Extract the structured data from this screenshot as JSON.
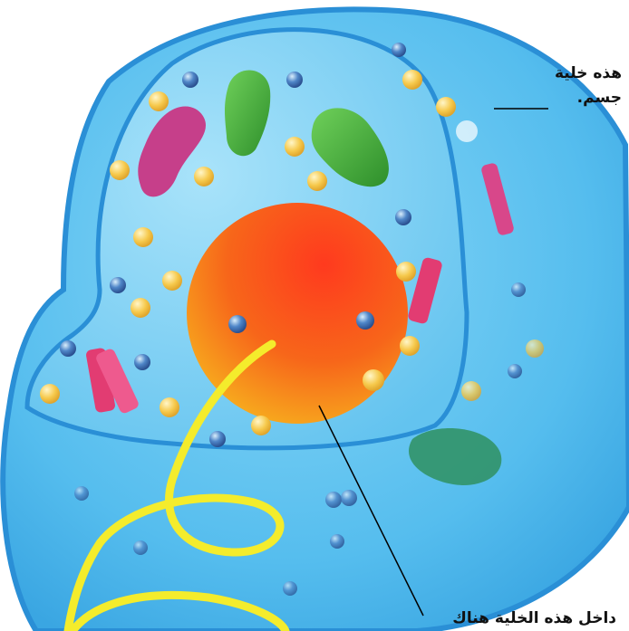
{
  "labels": {
    "cell_body_line1": "هذه خلية",
    "cell_body_line2": "جسم.",
    "nucleus": "داخل هذه الخلية هناك"
  },
  "colors": {
    "cytoplasm": "#5cc3ee",
    "membrane": "#2a8fd6",
    "nucleus": "#f5551c",
    "mitochondria": "#3ba83a",
    "golgi": "#d8408a",
    "centrioles": "#e83a7a",
    "dna": "#f2ee2a",
    "vesicle": "#f4c64a",
    "ribosome": "#3a6fb5"
  },
  "icons": [
    "cell-membrane",
    "cytoplasm",
    "nucleus",
    "mitochondria",
    "golgi-body",
    "centriole",
    "dna-strand",
    "vesicle",
    "ribosome"
  ]
}
